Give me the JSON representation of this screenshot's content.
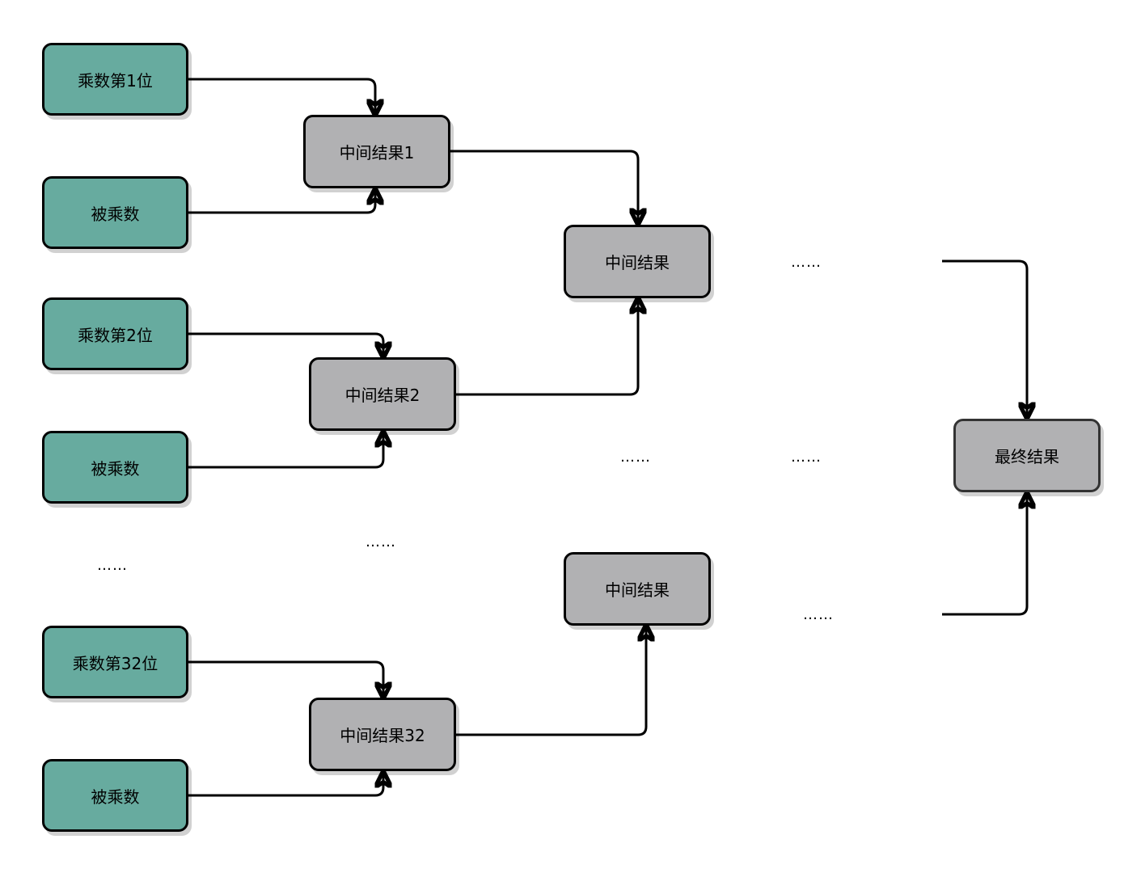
{
  "nodes": {
    "mult_bit_1": "乘数第1位",
    "multiplicand_1": "被乘数",
    "mult_bit_2": "乘数第2位",
    "multiplicand_2": "被乘数",
    "ellipsis_left": "……",
    "mult_bit_32": "乘数第32位",
    "multiplicand_32": "被乘数",
    "intermediate_1": "中间结果1",
    "intermediate_2": "中间结果2",
    "intermediate_32": "中间结果32",
    "ellipsis_mid_1": "……",
    "intermediate_top": "中间结果",
    "intermediate_bottom": "中间结果",
    "ellipsis_mid_2": "……",
    "ellipsis_right_top": "……",
    "ellipsis_right_mid": "……",
    "ellipsis_right_bottom": "……",
    "final_result": "最终结果"
  },
  "colors": {
    "input_fill": "#67ab9f",
    "intermediate_fill": "#b1b1b3",
    "stroke": "#000000"
  }
}
